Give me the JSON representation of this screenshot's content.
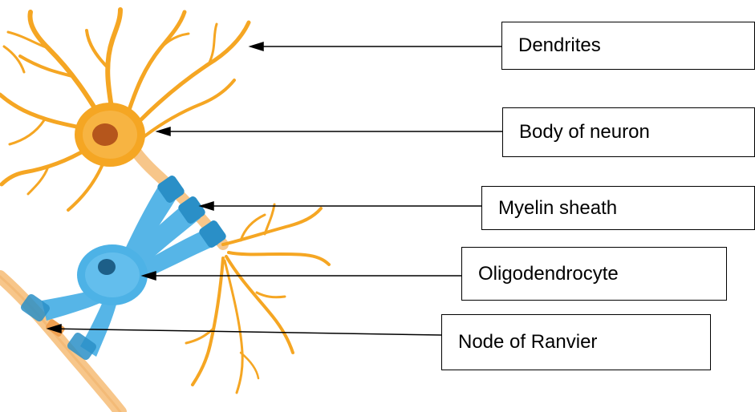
{
  "labels": {
    "dendrites": "Dendrites",
    "body_of_neuron": "Body of neuron",
    "myelin_sheath": "Myelin sheath",
    "oligodendrocyte": "Oligodendrocyte",
    "node_of_ranvier": "Node of Ranvier"
  },
  "colors": {
    "neuron": "#f5a623",
    "neuron_dark": "#e08a10",
    "nucleus": "#b5561c",
    "axon": "#f7c68a",
    "oligodendrocyte": "#4db2e6",
    "oligodendrocyte_dark": "#2a8fc7",
    "oligo_nucleus": "#1d5f88",
    "arrow": "#000000"
  }
}
